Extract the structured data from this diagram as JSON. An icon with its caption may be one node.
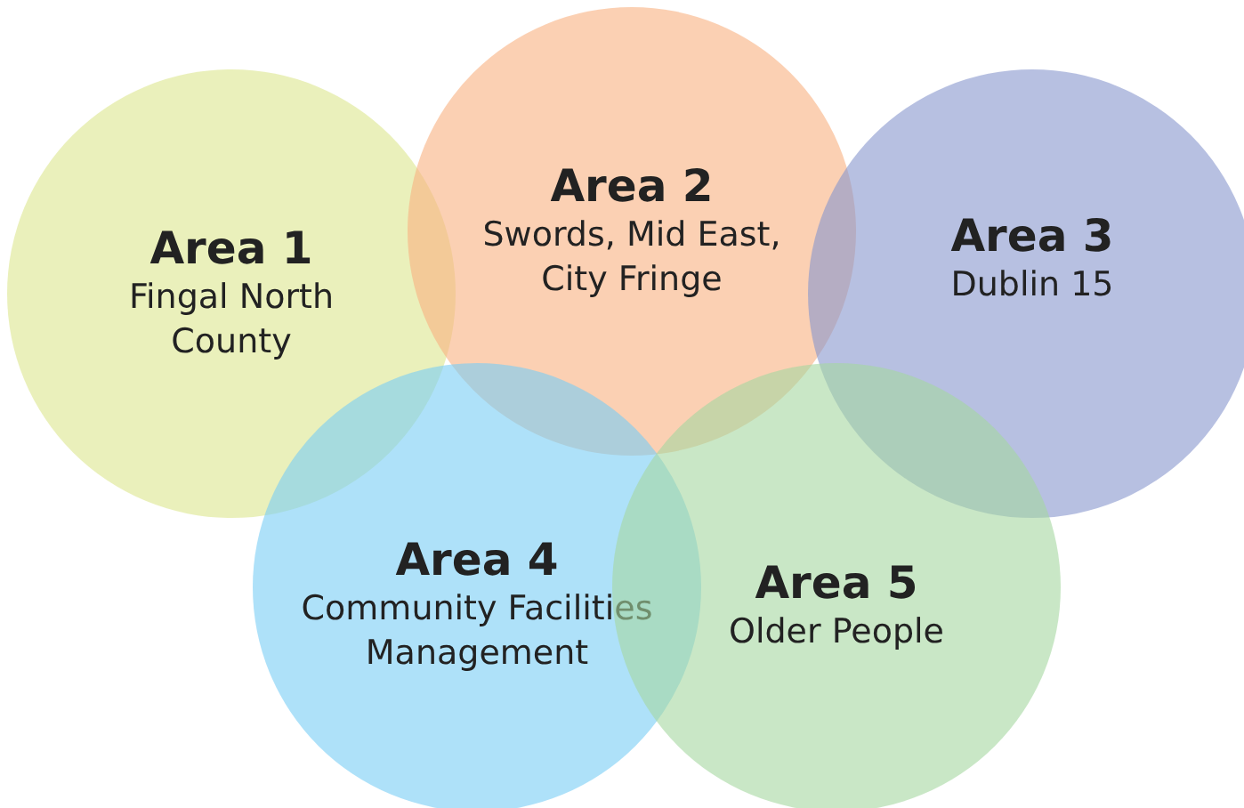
{
  "diagram": {
    "nodes": [
      {
        "text": [
          "Area 1",
          "Fingal North County"
        ]
      },
      {
        "text": [
          "Area 2",
          "Swords, Mid East, City Fringe"
        ]
      },
      {
        "text": [
          "Area 3",
          "Dublin 15"
        ]
      },
      {
        "text": [
          "Area 4",
          "Community Facilities Management"
        ]
      },
      {
        "text": [
          "Area 5",
          "Older People"
        ]
      }
    ]
  }
}
